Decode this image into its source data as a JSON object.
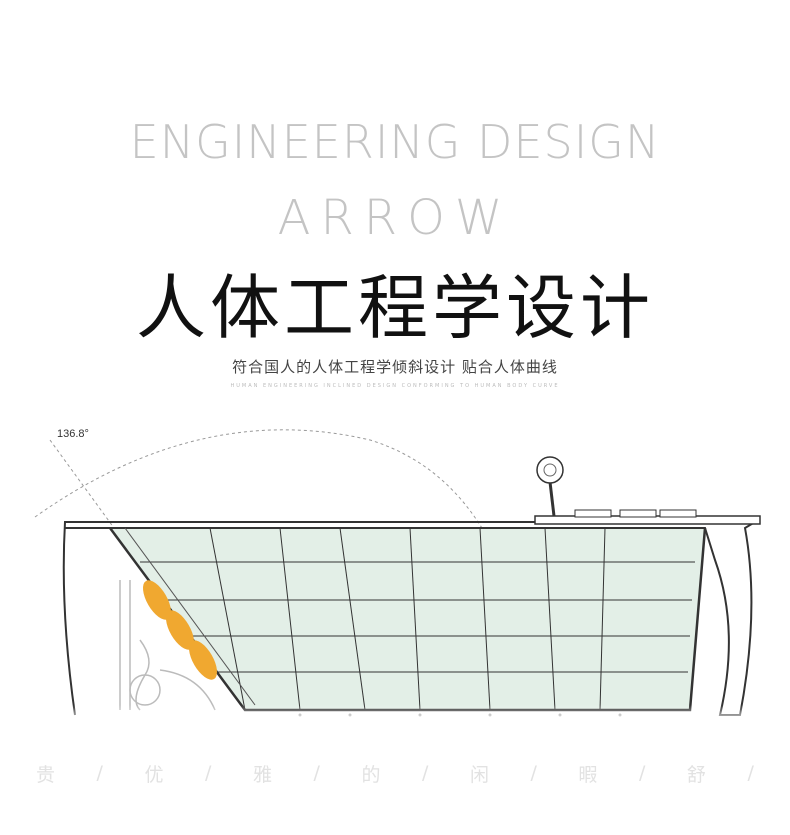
{
  "heading": {
    "en_line1": "ENGINEERING DESIGN",
    "en_line2": "ARROW",
    "cn_title": "人体工程学设计",
    "cn_subtitle": "符合国人的人体工程学倾斜设计 贴合人体曲线",
    "en_subtitle": "HUMAN ENGINEERING INCLINED DESIGN CONFORMING TO HUMAN BODY CURVE"
  },
  "diagram": {
    "angle_label": "136.8°"
  },
  "tagline": {
    "chars": [
      "贵",
      "/",
      "优",
      "/",
      "雅",
      "/",
      "的",
      "/",
      "闲",
      "/",
      "暇",
      "/",
      "舒",
      "/"
    ]
  },
  "colors": {
    "water": "#dfeee4",
    "pillow": "#f0a830",
    "title_en": "#c4c4c4",
    "outline": "#333333"
  }
}
